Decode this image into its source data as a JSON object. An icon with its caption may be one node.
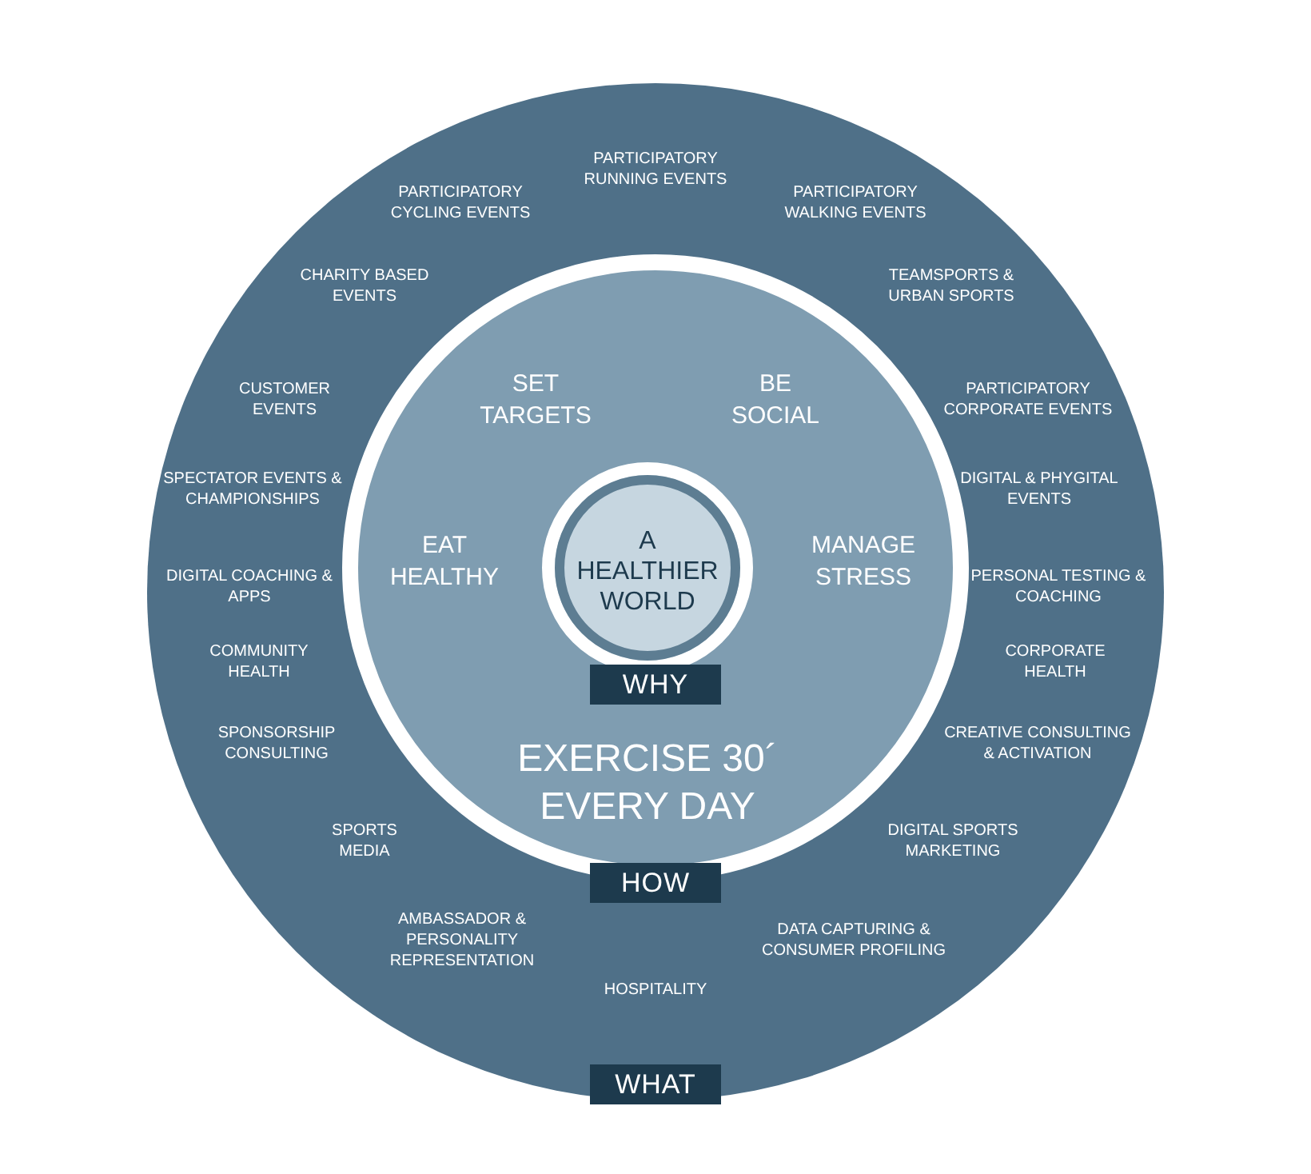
{
  "diagram": {
    "nodes": [
      {
        "text": [
          "PARTICIPATORY RUNNING EVENTS",
          "PARTICIPATORY CYCLING EVENTS",
          "PARTICIPATORY WALKING EVENTS",
          "CHARITY BASED EVENTS",
          "TEAMSPORTS & URBAN SPORTS",
          "CUSTOMER EVENTS",
          "PARTICIPATORY CORPORATE EVENTS",
          "SPECTATOR EVENTS & CHAMPIONSHIPS",
          "DIGITAL & PHYGITAL EVENTS",
          "DIGITAL COACHING & APPS",
          "PERSONAL TESTING & COACHING",
          "COMMUNITY HEALTH",
          "CORPORATE HEALTH",
          "SPONSORSHIP CONSULTING",
          "CREATIVE CONSULTING & ACTIVATION",
          "SPORTS MEDIA",
          "DIGITAL SPORTS MARKETING",
          "AMBASSADOR & PERSONALITY REPRESENTATION",
          "DATA CAPTURING & CONSUMER PROFILING",
          "HOSPITALITY",
          "WHAT"
        ]
      },
      {
        "text": [
          "SET TARGETS",
          "BE SOCIAL",
          "EAT HEALTHY",
          "MANAGE STRESS",
          "EXERCISE 30´ EVERY DAY",
          "HOW"
        ],
        "in": 0
      },
      {
        "text": [
          "A HEALTHIER WORLD",
          "WHY"
        ],
        "in": 1
      }
    ],
    "edges": []
  }
}
